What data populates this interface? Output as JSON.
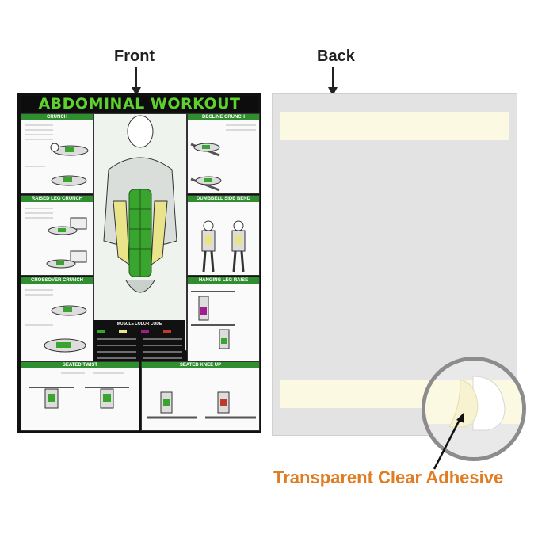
{
  "labels": {
    "front": "Front",
    "back": "Back",
    "caption": "Transparent Clear Adhesive"
  },
  "poster": {
    "title": "ABDOMINAL WORKOUT",
    "panels": {
      "crunch": "CRUNCH",
      "raised_leg_crunch": "RAISED LEG CRUNCH",
      "crossover_crunch": "CROSSOVER CRUNCH",
      "decline_crunch": "DECLINE CRUNCH",
      "dumbbell_side_bend": "DUMBBELL SIDE BEND",
      "hanging_leg_raise": "HANGING LEG RAISE",
      "seated_twist": "SEATED TWIST",
      "seated_knee_up": "SEATED KNEE UP"
    },
    "legend_title": "MUSCLE COLOR CODE"
  },
  "colors": {
    "title_green": "#5fd12f",
    "muscle_green": "#3aa52e",
    "muscle_yellow": "#e9e38a",
    "caption_orange": "#e07d22",
    "adhesive_strip": "#fcf9e3"
  }
}
